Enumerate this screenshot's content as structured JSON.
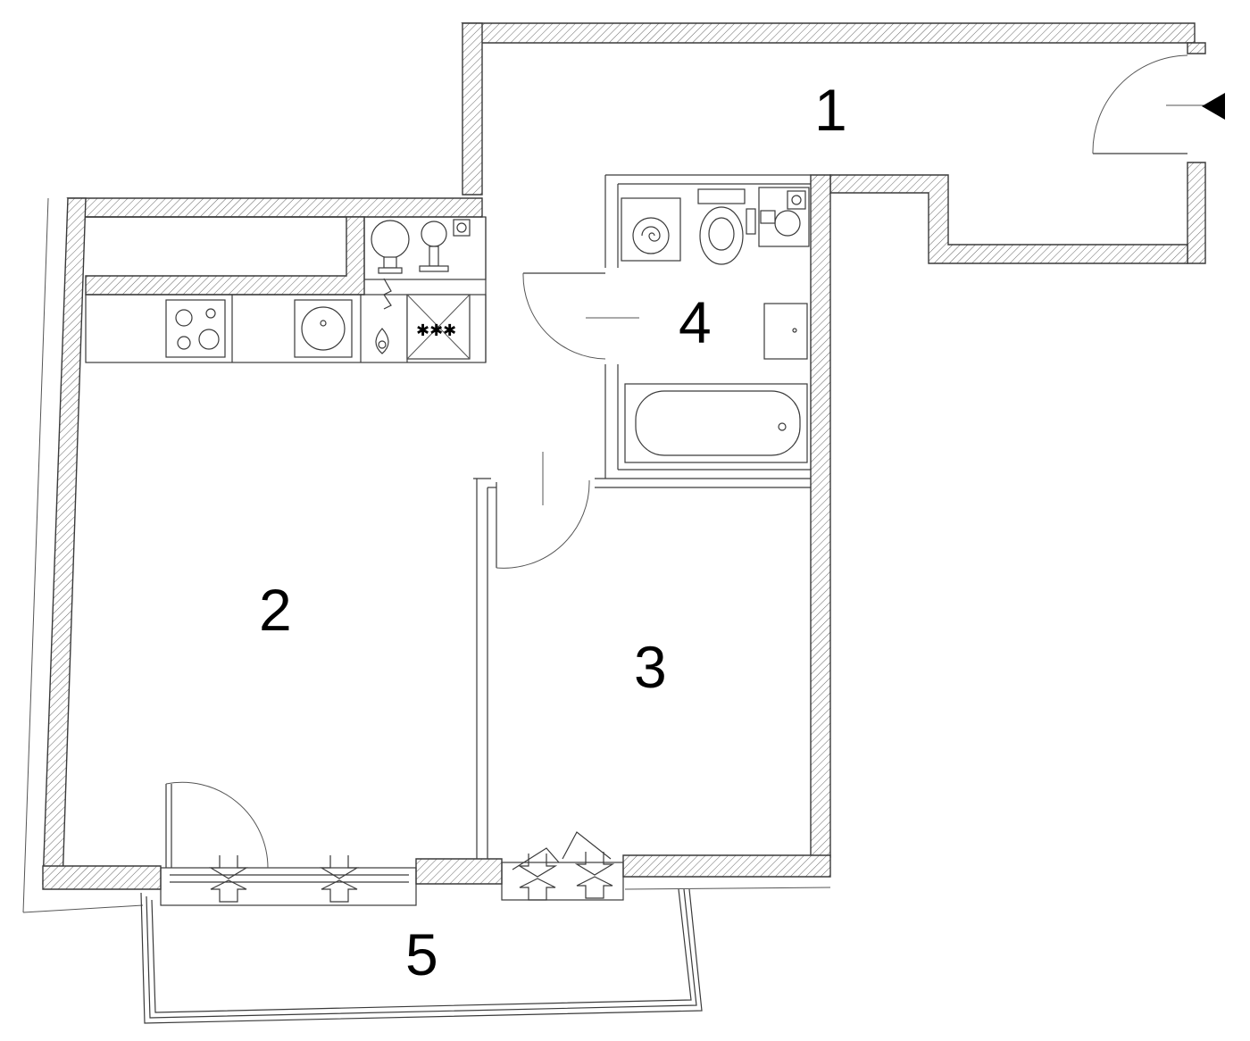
{
  "rooms": [
    {
      "id": "room-1",
      "label": "1"
    },
    {
      "id": "room-2",
      "label": "2"
    },
    {
      "id": "room-3",
      "label": "3"
    },
    {
      "id": "room-4",
      "label": "4"
    },
    {
      "id": "room-5",
      "label": "5"
    }
  ],
  "icons": {
    "entrance": "entrance-arrow-icon",
    "stove": "cooktop-icon",
    "sink": "kitchen-sink-icon",
    "gas": "gas-meter-icon",
    "boiler": "boiler-icon",
    "washer": "washing-machine-icon",
    "toilet": "toilet-icon",
    "washbasin": "washbasin-icon",
    "bathtub": "bathtub-icon"
  },
  "colors": {
    "line": "#3a3a3a",
    "label": "#000000",
    "background": "#ffffff"
  }
}
